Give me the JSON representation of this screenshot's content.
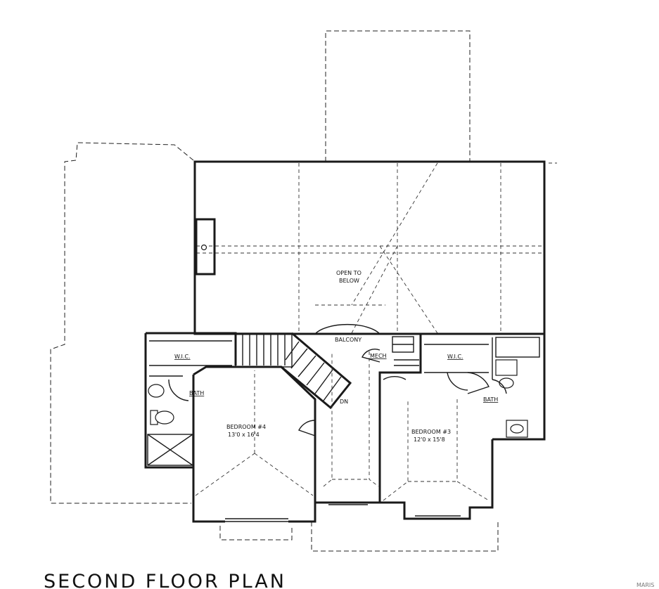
{
  "plan": {
    "title": "SECOND FLOOR PLAN",
    "watermark": "MARIS",
    "rooms": {
      "open_to_below": [
        "OPEN TO",
        "BELOW"
      ],
      "balcony": "BALCONY",
      "mech": "MECH",
      "wic_left": "W.I.C.",
      "wic_right": "W.I.C.",
      "bath_left": "BATH",
      "bath_right": "BATH",
      "bedroom4_name": "BEDROOM #4",
      "bedroom4_size": "13'0 x 16'4",
      "bedroom3_name": "BEDROOM #3",
      "bedroom3_size": "12'0 x 15'8",
      "stairs_dn": "DN"
    }
  }
}
